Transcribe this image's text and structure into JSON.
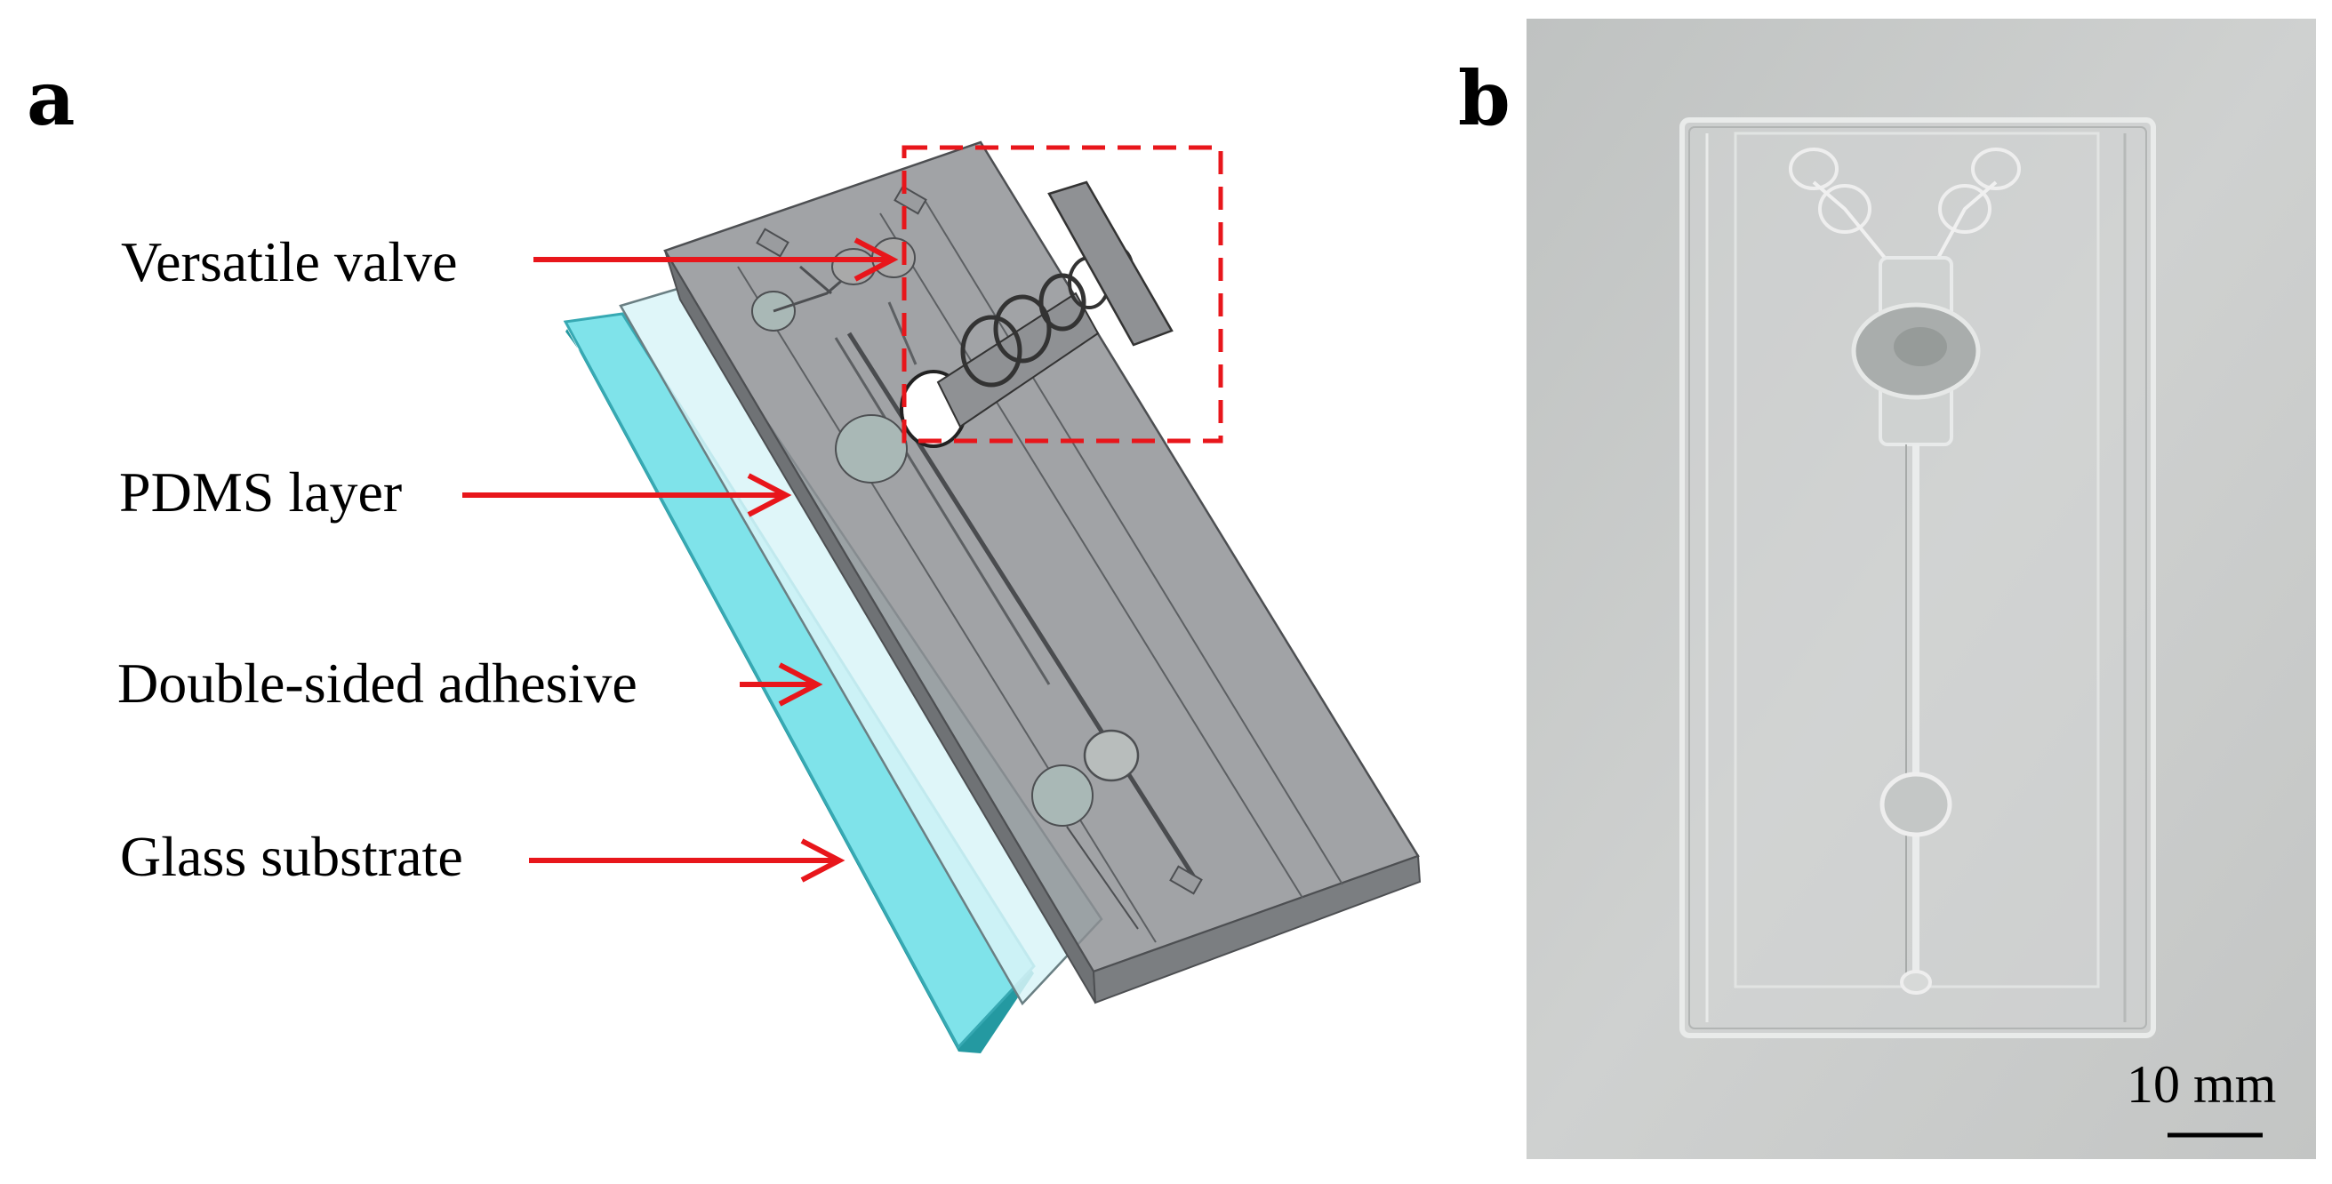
{
  "panels": {
    "a": {
      "label": "a"
    },
    "b": {
      "label": "b"
    }
  },
  "callouts": {
    "versatile_valve": "Versatile valve",
    "pdms_layer": "PDMS layer",
    "double_sided_adhesive": "Double-sided adhesive",
    "glass_substrate": "Glass substrate"
  },
  "scale_bar": {
    "label": "10 mm"
  },
  "colors": {
    "arrow": "#e8161b",
    "highlight_box": "#e8161b",
    "glass": "#7fe3ea",
    "adhesive": "#d9f4f8",
    "pdms": "#9a9c9f",
    "photo_background": "#c7c9c8"
  }
}
